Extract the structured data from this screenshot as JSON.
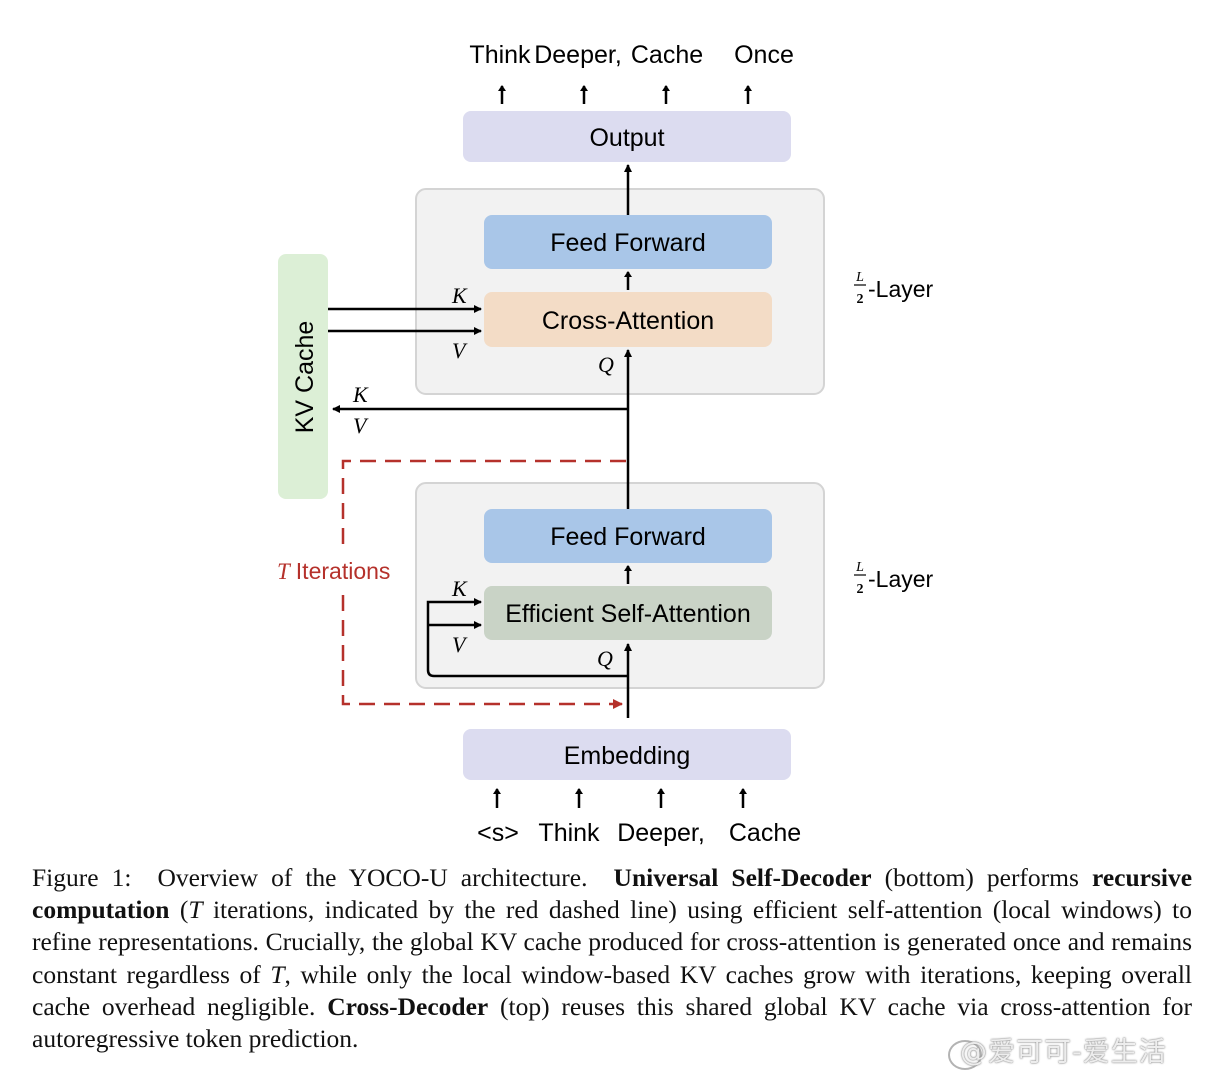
{
  "figure": {
    "output_tokens": [
      "Think",
      "Deeper,",
      "Cache",
      "Once"
    ],
    "input_tokens": [
      "<s>",
      "Think",
      "Deeper,",
      "Cache"
    ],
    "blocks": {
      "output": "Output",
      "embedding": "Embedding",
      "top_feed_forward": "Feed Forward",
      "cross_attention": "Cross-Attention",
      "bottom_feed_forward": "Feed Forward",
      "efficient_self_attention": "Efficient Self-Attention",
      "kv_cache": "KV Cache"
    },
    "labels": {
      "K": "K",
      "V": "V",
      "Q": "Q",
      "layer_frac_num": "L",
      "layer_frac_den": "2",
      "layer_suffix": "-Layer",
      "iterations_var": "T",
      "iterations_text": "Iterations"
    },
    "colors": {
      "output_embedding_fill": "#dcdcf0",
      "feed_forward_fill": "#a9c6e8",
      "cross_attention_fill": "#f3dcc6",
      "self_attention_fill": "#c9d3c6",
      "kv_cache_fill": "#dcefd6",
      "layer_box_fill": "#f2f2f2",
      "layer_box_stroke": "#d4d4d4",
      "iteration_red": "#b5312b",
      "arrow_black": "#000000"
    }
  },
  "caption": {
    "figure_label": "Figure 1:",
    "text_1": "Overview of the YOCO-U architecture.",
    "bold_1": "Universal Self-Decoder",
    "text_2": "(bottom) performs",
    "bold_2": "recursive computation",
    "text_3": "(",
    "italic_T1": "T",
    "text_4": "iterations, indicated by the red dashed line) using efficient self-attention (local windows) to refine representations. Crucially, the global KV cache produced for cross-attention is generated once and remains constant regardless of",
    "italic_T2": "T",
    "text_5": ", while only the local window-based KV caches grow with iterations, keeping overall cache overhead negligible.",
    "bold_3": "Cross-Decoder",
    "text_6": "(top) reuses this shared global KV cache via cross-attention for autoregressive token prediction."
  },
  "watermark": "@爱可可-爱生活"
}
